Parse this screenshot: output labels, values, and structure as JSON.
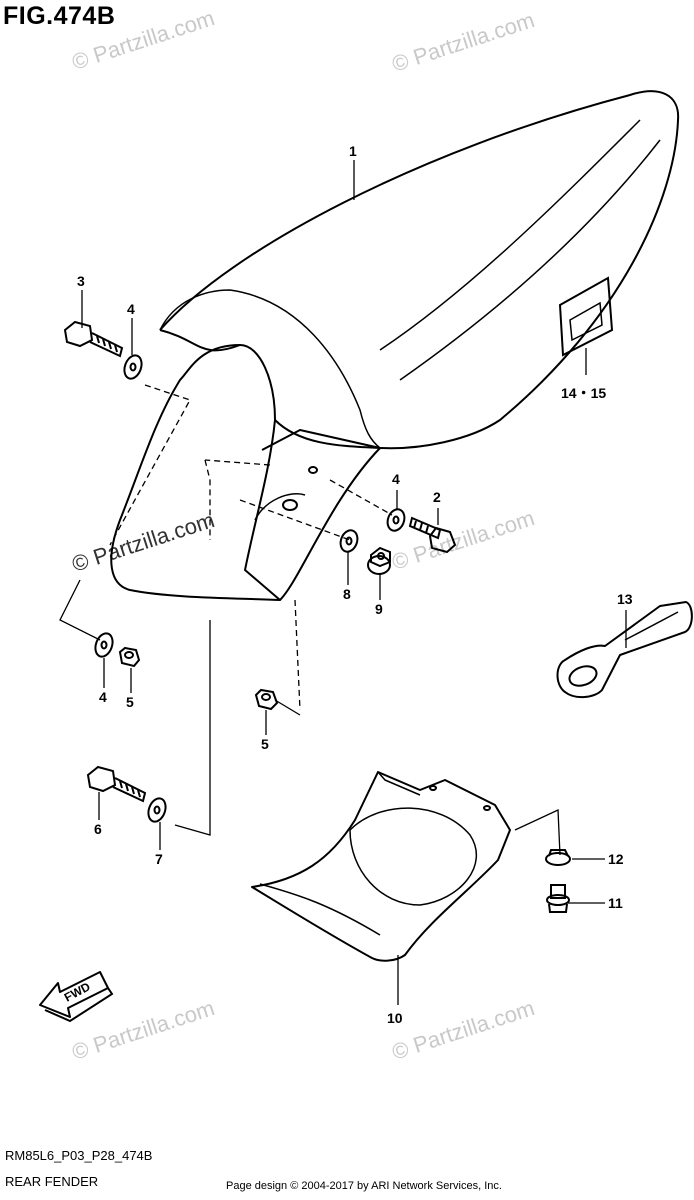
{
  "figure": {
    "title": "FIG.474B",
    "code": "RM85L6_P03_P28_474B",
    "name": "REAR FENDER"
  },
  "footer": {
    "credit": "Page design © 2004-2017 by ARI Network Services, Inc."
  },
  "watermark": {
    "text": "© Partzilla.com"
  },
  "fwd_badge": "FWD",
  "callouts": [
    {
      "id": "1",
      "label": "1"
    },
    {
      "id": "2",
      "label": "2"
    },
    {
      "id": "3",
      "label": "3"
    },
    {
      "id": "4a",
      "label": "4"
    },
    {
      "id": "4b",
      "label": "4"
    },
    {
      "id": "4c",
      "label": "4"
    },
    {
      "id": "5a",
      "label": "5"
    },
    {
      "id": "5b",
      "label": "5"
    },
    {
      "id": "6",
      "label": "6"
    },
    {
      "id": "7",
      "label": "7"
    },
    {
      "id": "8",
      "label": "8"
    },
    {
      "id": "9",
      "label": "9"
    },
    {
      "id": "10",
      "label": "10"
    },
    {
      "id": "11",
      "label": "11"
    },
    {
      "id": "12",
      "label": "12"
    },
    {
      "id": "13",
      "label": "13"
    },
    {
      "id": "14-15",
      "label": "14・15"
    }
  ]
}
